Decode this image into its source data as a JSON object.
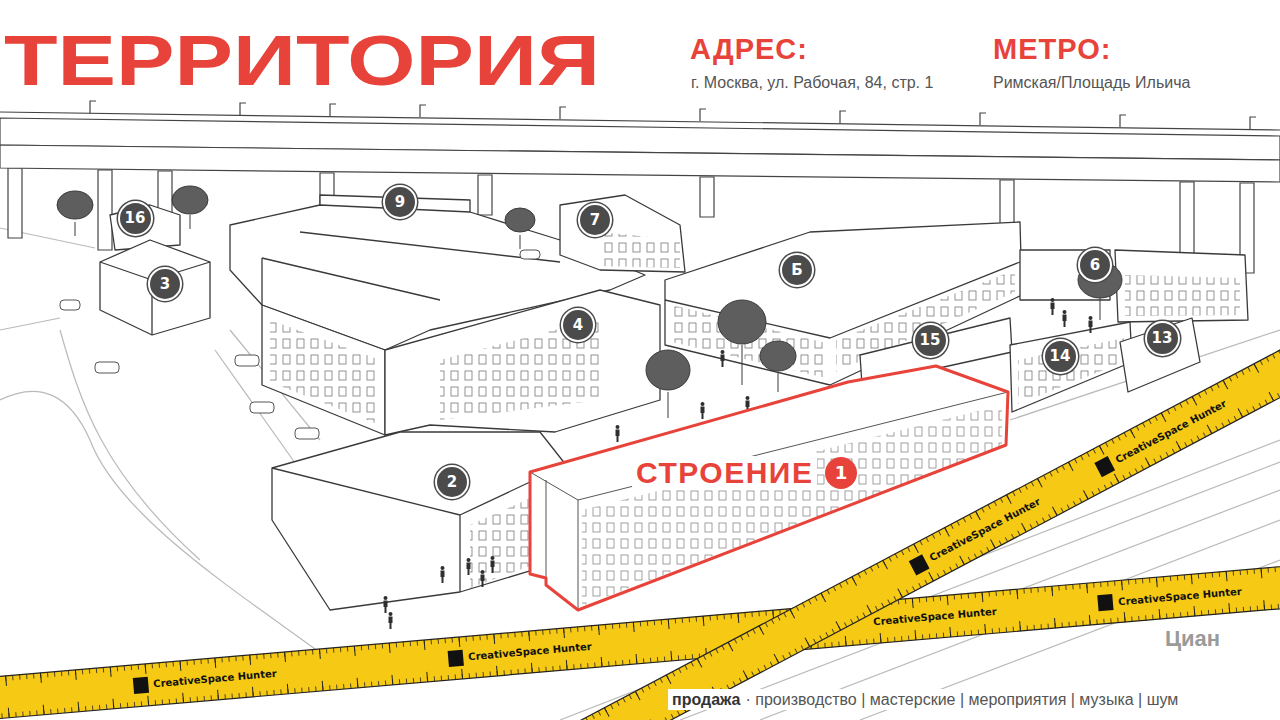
{
  "diagram": {
    "title": "ТЕРРИТОРИЯ",
    "nodes": [
      {
        "text": [
          "16"
        ]
      },
      {
        "text": [
          "9"
        ]
      },
      {
        "text": [
          "7"
        ]
      },
      {
        "text": [
          "3"
        ]
      },
      {
        "text": [
          "4"
        ]
      },
      {
        "text": [
          "Б"
        ]
      },
      {
        "text": [
          "6"
        ]
      },
      {
        "text": [
          "15"
        ]
      },
      {
        "text": [
          "14"
        ]
      },
      {
        "text": [
          "13"
        ]
      },
      {
        "text": [
          "2"
        ]
      },
      {
        "text": [
          "СТРОЕНИЕ"
        ]
      },
      {
        "text": [
          "1"
        ],
        "in": 11
      }
    ],
    "labels": [
      "АДРЕС:",
      "г. Москва, ул. Рабочая, 84, стр. 1",
      "МЕТРО:",
      "Римская/Площадь Ильича",
      "CreativeSpace Hunter",
      "CreativeSpace Hunter",
      "CreativeSpace Hunter",
      "CreativeSpace Hunter",
      "CreativeSpace Hunter",
      "CreativeSpace Hunter",
      "Циан",
      "продажа",
      "· производство | мастерские | мероприятия | музыка | шум"
    ]
  }
}
